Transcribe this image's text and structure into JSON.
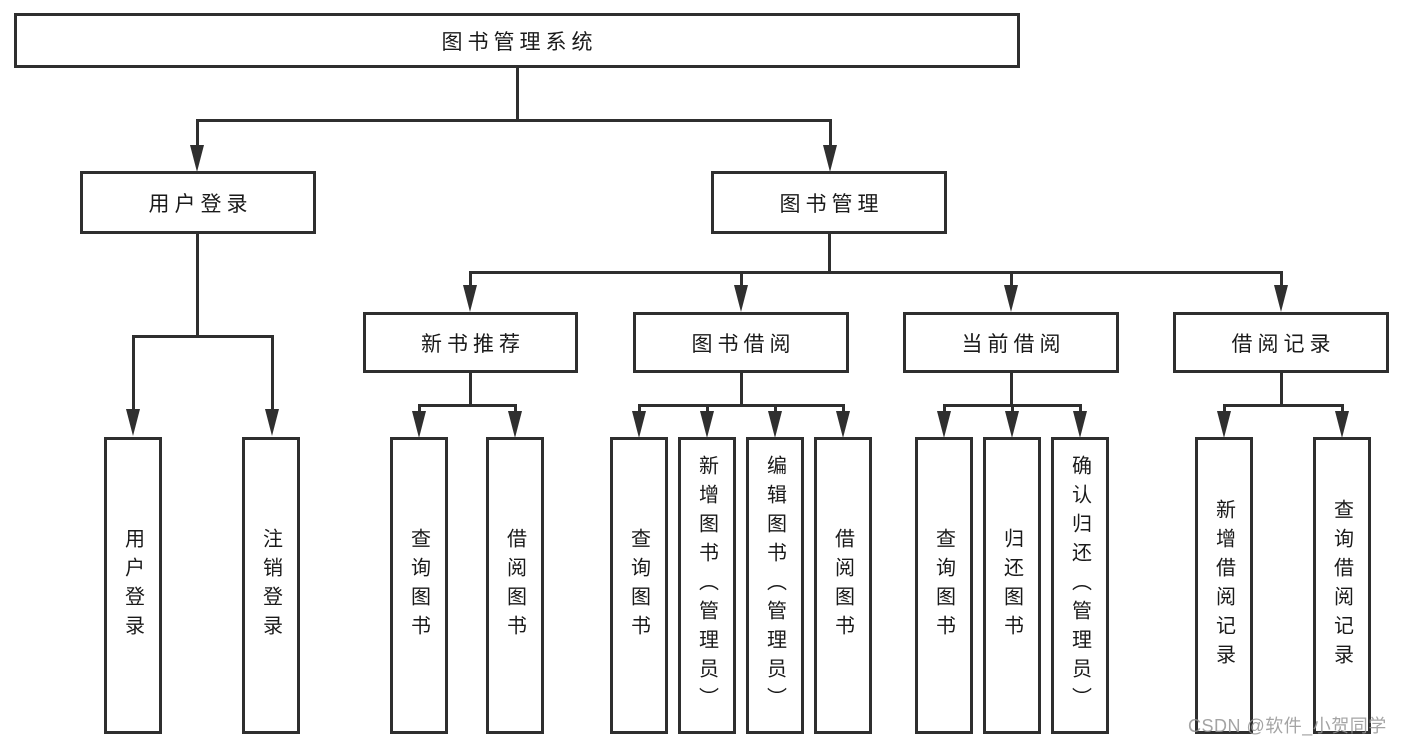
{
  "diagram": {
    "title": "图书管理系统",
    "branches": [
      {
        "label": "用户登录",
        "children": [
          {
            "label": "用户登录"
          },
          {
            "label": "注销登录"
          }
        ]
      },
      {
        "label": "图书管理",
        "groups": [
          {
            "label": "新书推荐",
            "children": [
              {
                "label": "查询图书"
              },
              {
                "label": "借阅图书"
              }
            ]
          },
          {
            "label": "图书借阅",
            "children": [
              {
                "label": "查询图书"
              },
              {
                "label": "新增图书（管理员）"
              },
              {
                "label": "编辑图书（管理员）"
              },
              {
                "label": "借阅图书"
              }
            ]
          },
          {
            "label": "当前借阅",
            "children": [
              {
                "label": "查询图书"
              },
              {
                "label": "归还图书"
              },
              {
                "label": "确认归还（管理员）"
              }
            ]
          },
          {
            "label": "借阅记录",
            "children": [
              {
                "label": "新增借阅记录"
              },
              {
                "label": "查询借阅记录"
              }
            ]
          }
        ]
      }
    ]
  },
  "watermark": "CSDN @软件_小贺同学",
  "colors": {
    "line": "#2f2f2f",
    "text": "#1a1a1a",
    "background": "#ffffff",
    "watermark": "#949494"
  }
}
